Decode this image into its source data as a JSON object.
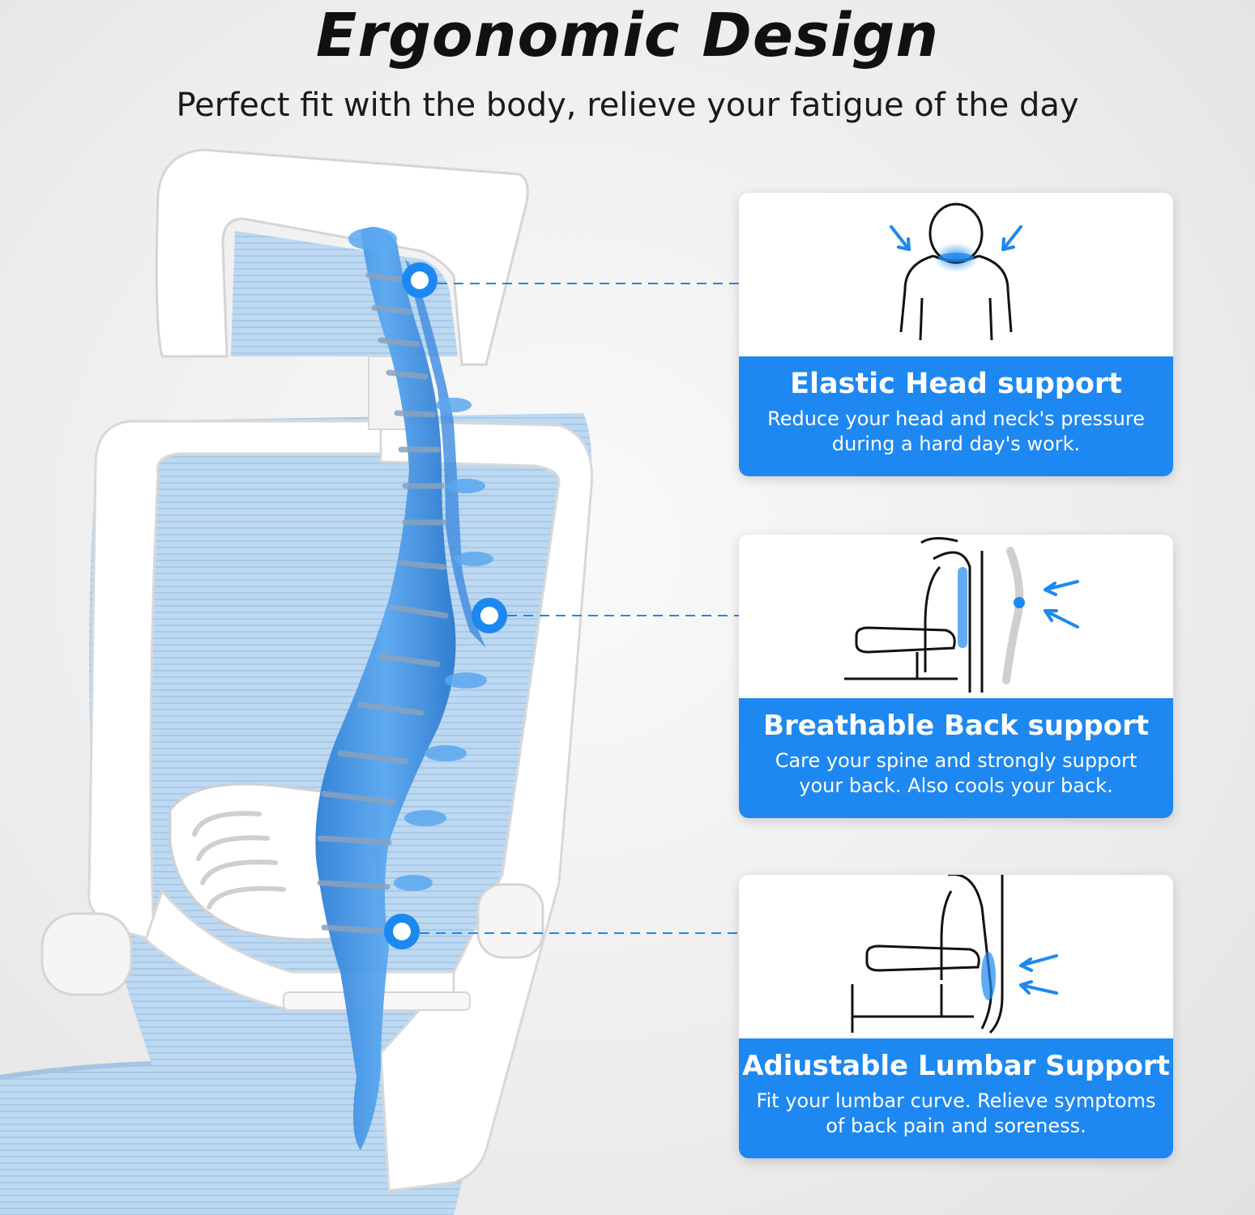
{
  "title": "Ergonomic Design",
  "subtitle": "Perfect fit with the body, relieve your fatigue of the day",
  "colors": {
    "accent_blue": "#1e88f2",
    "mesh_blue": "#b9d6f0",
    "frame_white": "#ffffff"
  },
  "features": [
    {
      "heading": "Elastic Head support",
      "description": "Reduce your head and neck's pressure during a hard day's work.",
      "icon": "head-neck-pressure-icon"
    },
    {
      "heading": "Breathable Back support",
      "description": "Care your spine and strongly support your back. Also cools your back.",
      "icon": "back-support-chair-icon"
    },
    {
      "heading": "Adiustable Lumbar Support",
      "description": "Fit your lumbar curve. Relieve symptoms of back pain and soreness.",
      "icon": "lumbar-support-chair-icon"
    }
  ]
}
